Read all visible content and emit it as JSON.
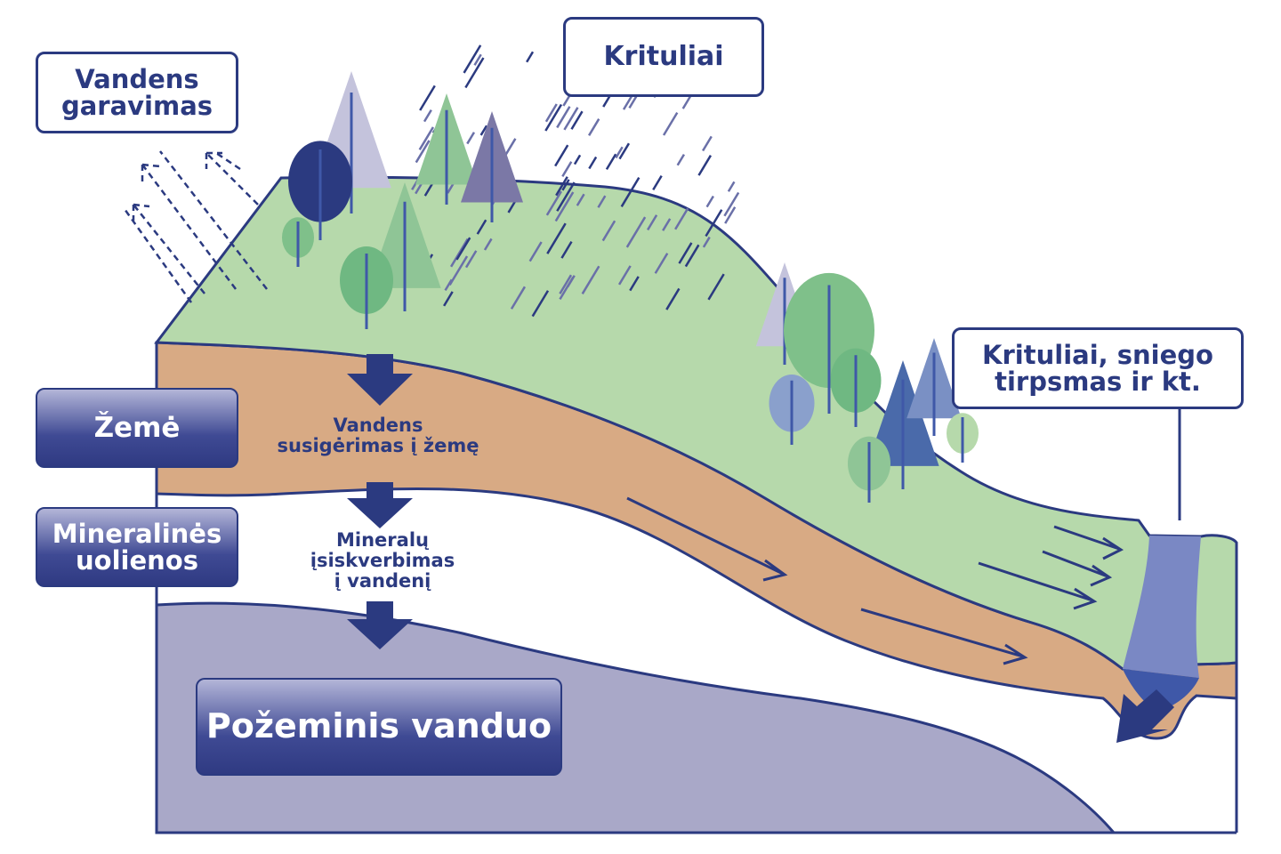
{
  "labels": {
    "evaporation": "Vandens garavimas",
    "precipitation": "Krituliai",
    "surface_runoff": "Krituliai, sniego tirpsmas ir kt.",
    "soil": "Žemė",
    "rocks": "Mineralinės uolienos",
    "groundwater": "Požeminis vanduo",
    "infiltration_line1": "Vandens",
    "infiltration_line2": "susigėrimas į žemę",
    "minerals_line1": "Mineralų",
    "minerals_line2": "įsiskverbimas",
    "minerals_line3": "į vandenį"
  },
  "colors": {
    "navy": "#2b3a80",
    "grass": "#b6d9ab",
    "soil": "#d8aa84",
    "groundwater": "#a9a8c8",
    "river": "#7a88c4",
    "river_deep": "#3f58a8"
  }
}
